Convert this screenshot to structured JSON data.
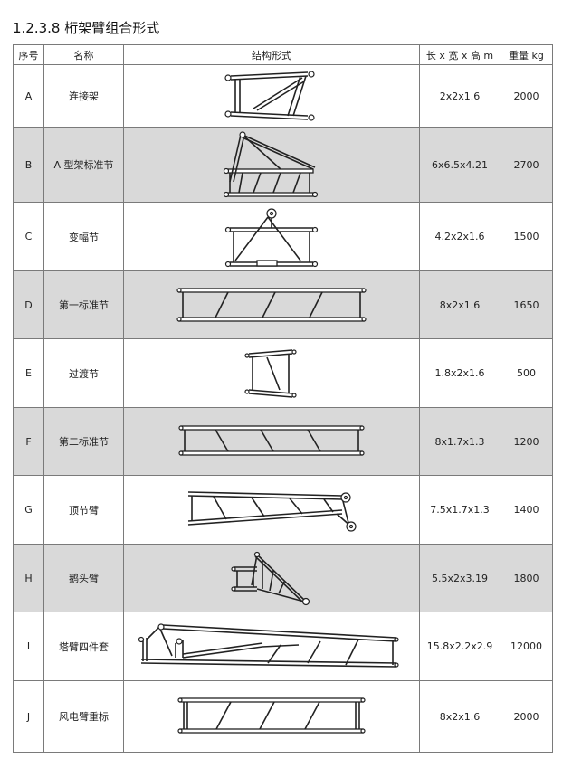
{
  "title": "1.2.3.8 桁架臂组合形式",
  "headers": {
    "index": "序号",
    "name": "名称",
    "form": "结构形式",
    "dims": "长 x 宽 x 高 m",
    "weight": "重量 kg"
  },
  "rows": [
    {
      "index": "A",
      "name": "连接架",
      "dims": "2x2x1.6",
      "weight": "2000",
      "icon": "connecting-frame"
    },
    {
      "index": "B",
      "name": "A 型架标准节",
      "dims": "6x6.5x4.21",
      "weight": "2700",
      "icon": "a-frame-standard-section"
    },
    {
      "index": "C",
      "name": "变幅节",
      "dims": "4.2x2x1.6",
      "weight": "1500",
      "icon": "luffing-section"
    },
    {
      "index": "D",
      "name": "第一标准节",
      "dims": "8x2x1.6",
      "weight": "1650",
      "icon": "first-standard-section"
    },
    {
      "index": "E",
      "name": "过渡节",
      "dims": "1.8x2x1.6",
      "weight": "500",
      "icon": "transition-section"
    },
    {
      "index": "F",
      "name": "第二标准节",
      "dims": "8x1.7x1.3",
      "weight": "1200",
      "icon": "second-standard-section"
    },
    {
      "index": "G",
      "name": "顶节臂",
      "dims": "7.5x1.7x1.3",
      "weight": "1400",
      "icon": "top-jib"
    },
    {
      "index": "H",
      "name": "鹅头臂",
      "dims": "5.5x2x3.19",
      "weight": "1800",
      "icon": "gooseneck-jib"
    },
    {
      "index": "I",
      "name": "塔臂四件套",
      "dims": "15.8x2.2x2.9",
      "weight": "12000",
      "icon": "tower-jib-four-piece-set"
    },
    {
      "index": "J",
      "name": "风电臂重标",
      "dims": "8x2x1.6",
      "weight": "2000",
      "icon": "wind-power-heavy-standard-section"
    }
  ]
}
